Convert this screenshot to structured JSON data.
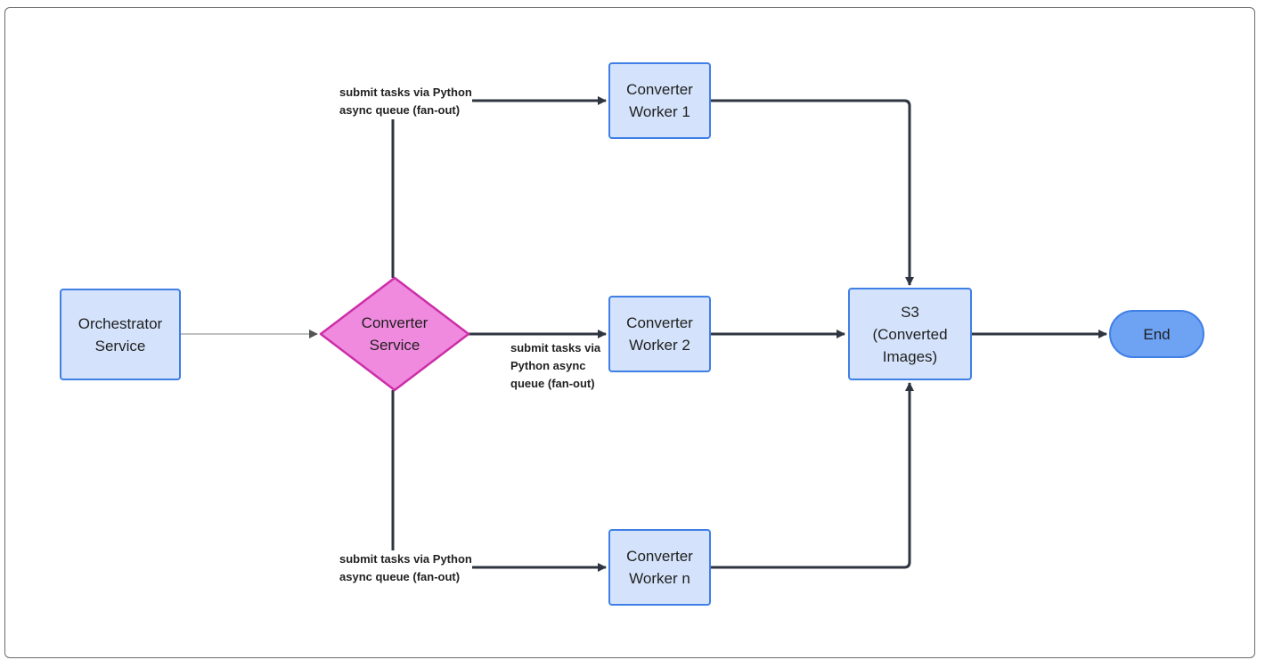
{
  "nodes": {
    "orchestrator": {
      "label": "Orchestrator\nService"
    },
    "converter_service": {
      "label": "Converter\nService",
      "fill": "#f08ade",
      "stroke": "#cc2ea8"
    },
    "worker_1": {
      "label": "Converter\nWorker 1"
    },
    "worker_2": {
      "label": "Converter\nWorker 2"
    },
    "worker_n": {
      "label": "Converter\nWorker n"
    },
    "s3": {
      "label": "S3\n(Converted\nImages)"
    },
    "end": {
      "label": "End"
    }
  },
  "edges": {
    "fanout_top_label": "submit tasks via Python\nasync queue (fan-out)",
    "fanout_middle_label": "submit tasks via\nPython async\nqueue (fan-out)",
    "fanout_bottom_label": "submit tasks via Python\nasync queue (fan-out)"
  },
  "colors": {
    "box_fill": "#d4e3fb",
    "box_stroke": "#3f7fe6",
    "end_fill": "#6ea2f3",
    "edge_dark": "#2f3540",
    "edge_light": "#9a9a9a"
  }
}
